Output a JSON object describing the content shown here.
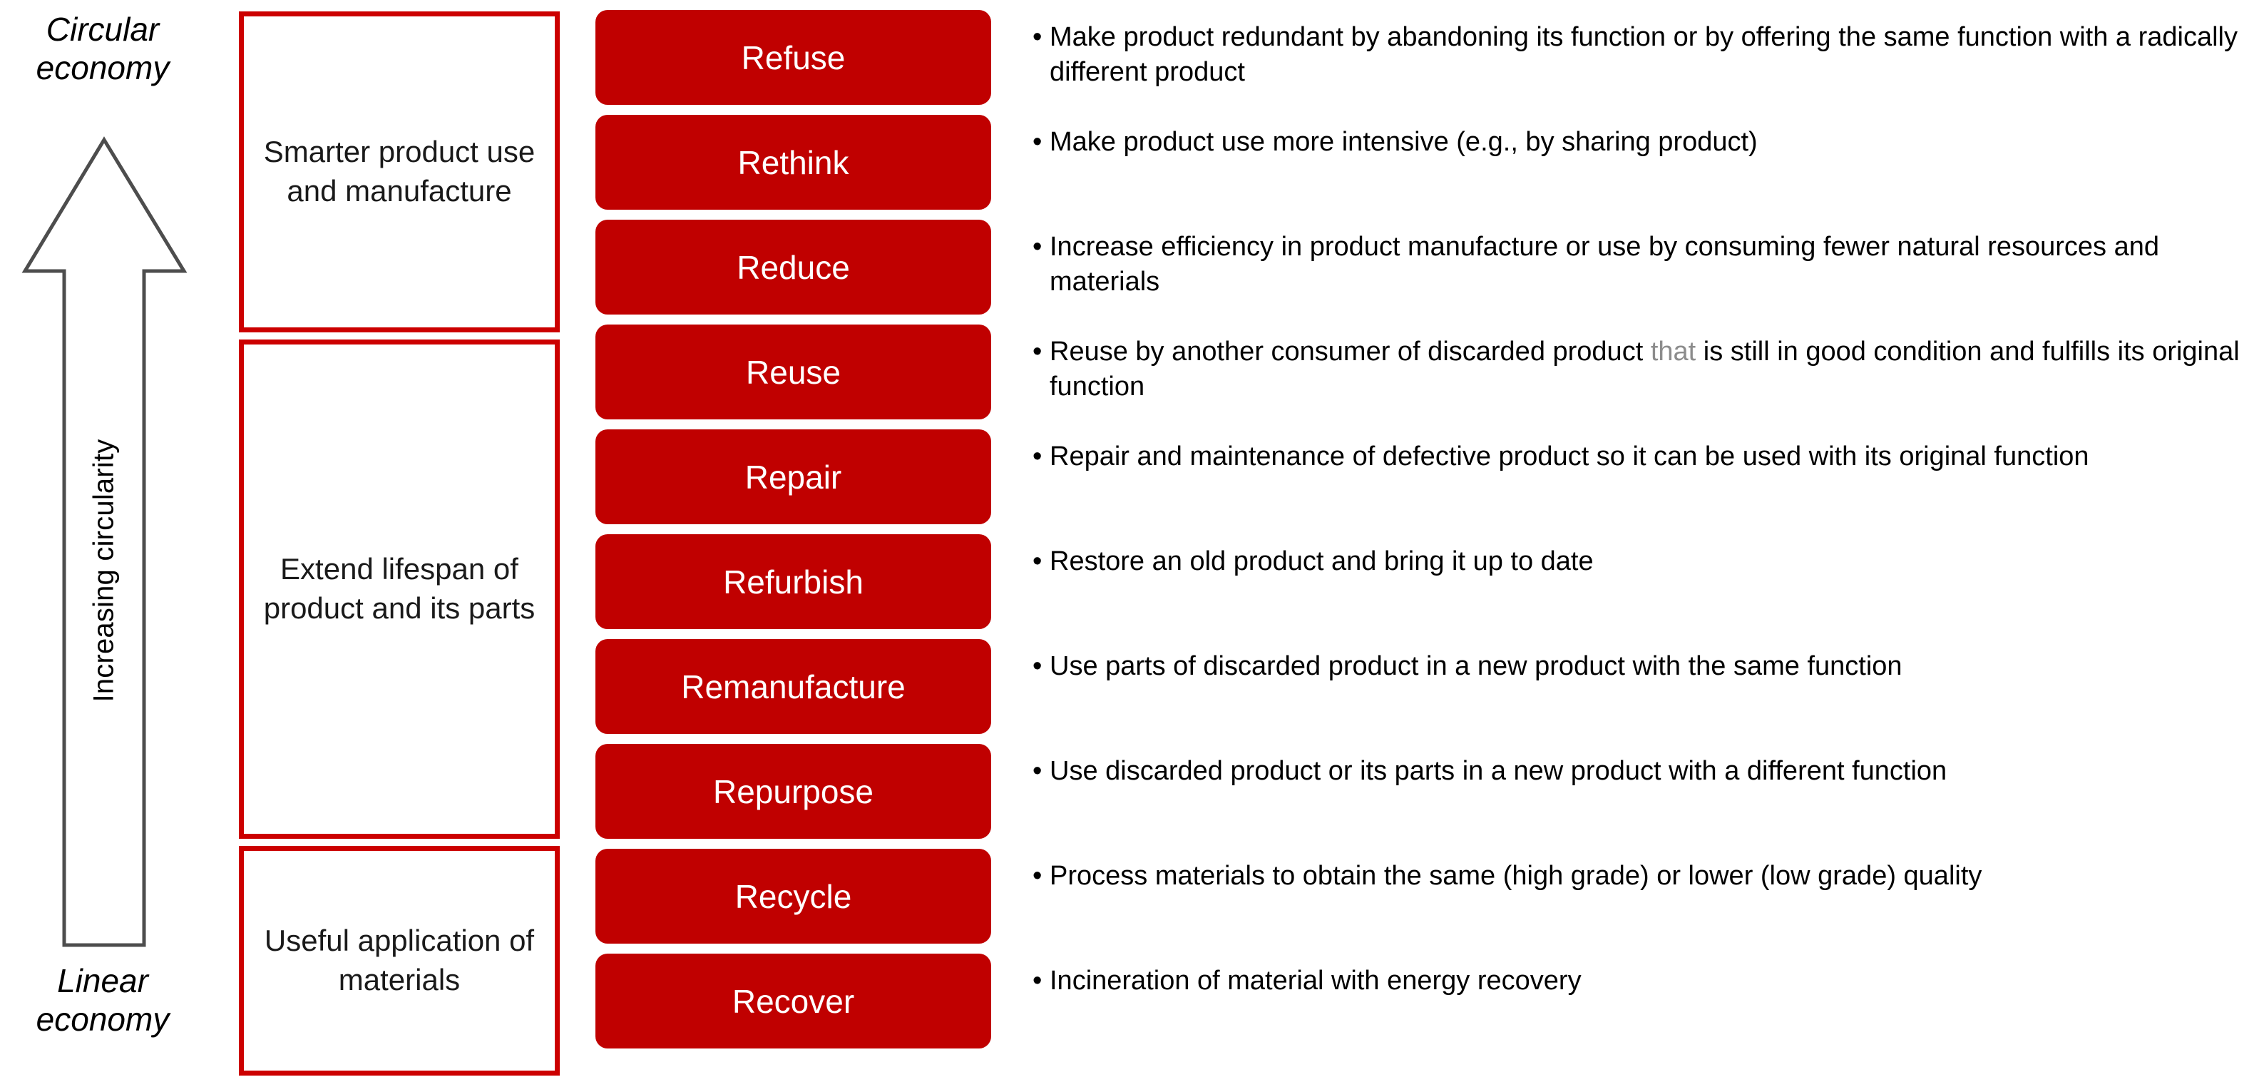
{
  "axis": {
    "top_label": "Circular\neconomy",
    "bottom_label": "Linear\neconomy",
    "vertical_label": "Increasing circularity",
    "arrow_direction": "up",
    "arrow_fill": "#ffffff",
    "arrow_stroke": "#4d4d4d"
  },
  "colors": {
    "strategy_fill": "#C00000",
    "strategy_text": "#ffffff",
    "category_border": "#CC0000",
    "body_text": "#000000",
    "muted_text": "#8c8c8c",
    "background": "#ffffff"
  },
  "categories": [
    {
      "label": "Smarter product use and manufacture",
      "span": 3
    },
    {
      "label": "Extend lifespan of product and its parts",
      "span": 5
    },
    {
      "label": "Useful application of materials",
      "span": 2
    }
  ],
  "strategies": [
    {
      "label": "Refuse",
      "description_parts": [
        {
          "text": "Make product redundant by abandoning its function or by offering the same function with a radically different product",
          "muted": false
        }
      ]
    },
    {
      "label": "Rethink",
      "description_parts": [
        {
          "text": "Make product use more intensive (e.g., by sharing product)",
          "muted": false
        }
      ]
    },
    {
      "label": "Reduce",
      "description_parts": [
        {
          "text": "Increase efficiency in product manufacture or use by consuming fewer natural resources and materials",
          "muted": false
        }
      ]
    },
    {
      "label": "Reuse",
      "description_parts": [
        {
          "text": "Reuse by another consumer of discarded product ",
          "muted": false
        },
        {
          "text": "that",
          "muted": true
        },
        {
          "text": " is still in good condition and fulfills its original function",
          "muted": false
        }
      ]
    },
    {
      "label": "Repair",
      "description_parts": [
        {
          "text": "Repair and maintenance of defective product so it can be used with its original function",
          "muted": false
        }
      ]
    },
    {
      "label": "Refurbish",
      "description_parts": [
        {
          "text": "Restore an old product and bring it up to date",
          "muted": false
        }
      ]
    },
    {
      "label": "Remanufacture",
      "description_parts": [
        {
          "text": "Use parts of discarded product in a new product with the same function",
          "muted": false
        }
      ]
    },
    {
      "label": "Repurpose",
      "description_parts": [
        {
          "text": "Use discarded product or its parts in a new product with a different function",
          "muted": false
        }
      ]
    },
    {
      "label": "Recycle",
      "description_parts": [
        {
          "text": "Process materials to obtain the same (high grade) or lower (low grade) quality",
          "muted": false
        }
      ]
    },
    {
      "label": "Recover",
      "description_parts": [
        {
          "text": "Incineration of material with energy recovery",
          "muted": false
        }
      ]
    }
  ],
  "bullet_glyph": "•"
}
